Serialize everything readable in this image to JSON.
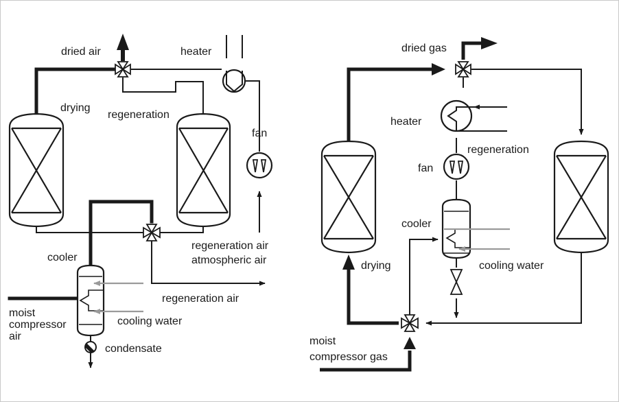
{
  "left_diagram": {
    "labels": {
      "dried_air": "dried air",
      "heater": "heater",
      "drying": "drying",
      "regeneration": "regeneration",
      "fan": "fan",
      "regeneration_air_in": "regeneration air",
      "atmospheric_air": "atmospheric air",
      "cooler": "cooler",
      "regeneration_air_out": "regeneration air",
      "moist": "moist",
      "compressor": "compressor",
      "air": "air",
      "cooling_water": "cooling water",
      "condensate": "condensate"
    }
  },
  "right_diagram": {
    "labels": {
      "dried_gas": "dried gas",
      "heater": "heater",
      "regeneration": "regeneration",
      "fan": "fan",
      "cooler": "cooler",
      "cooling_water": "cooling water",
      "drying": "drying",
      "moist": "moist",
      "compressor_gas": "compressor gas"
    }
  },
  "colors": {
    "line": "#1a1a1a",
    "cooling_water_line": "#9a9a9a",
    "background": "#ffffff",
    "frame": "#c8c8c8"
  }
}
